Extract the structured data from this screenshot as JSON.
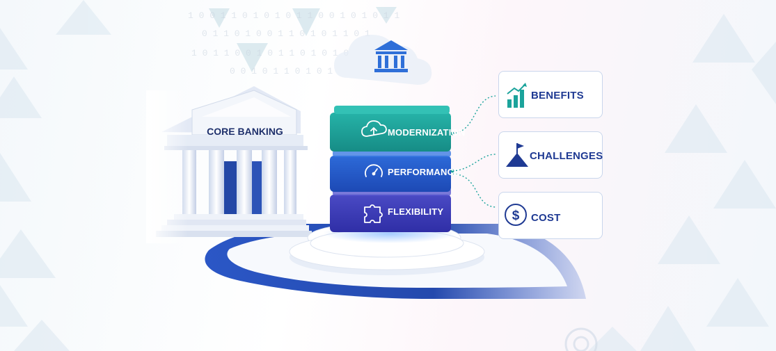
{
  "bank": {
    "title": "CORE BANKING"
  },
  "stack": {
    "blocks": [
      {
        "label": "MODERNIZATION",
        "icon": "cloud-upload-icon",
        "color": "#1ba39b"
      },
      {
        "label": "PERFORMANCE",
        "icon": "speedometer-icon",
        "color": "#2457c9"
      },
      {
        "label": "FLEXIBILITY",
        "icon": "puzzle-icon",
        "color": "#3c3ab7"
      }
    ]
  },
  "cards": [
    {
      "label": "BENEFITS",
      "icon": "growth-chart-icon"
    },
    {
      "label": "CHALLENGES",
      "icon": "mountain-flag-icon"
    },
    {
      "label": "COST",
      "icon": "dollar-coin-icon"
    }
  ],
  "colors": {
    "teal": "#1ba39b",
    "blue": "#2457c9",
    "indigo": "#3c3ab7",
    "navy": "#1f3a93",
    "road": "#2a4fb3"
  }
}
